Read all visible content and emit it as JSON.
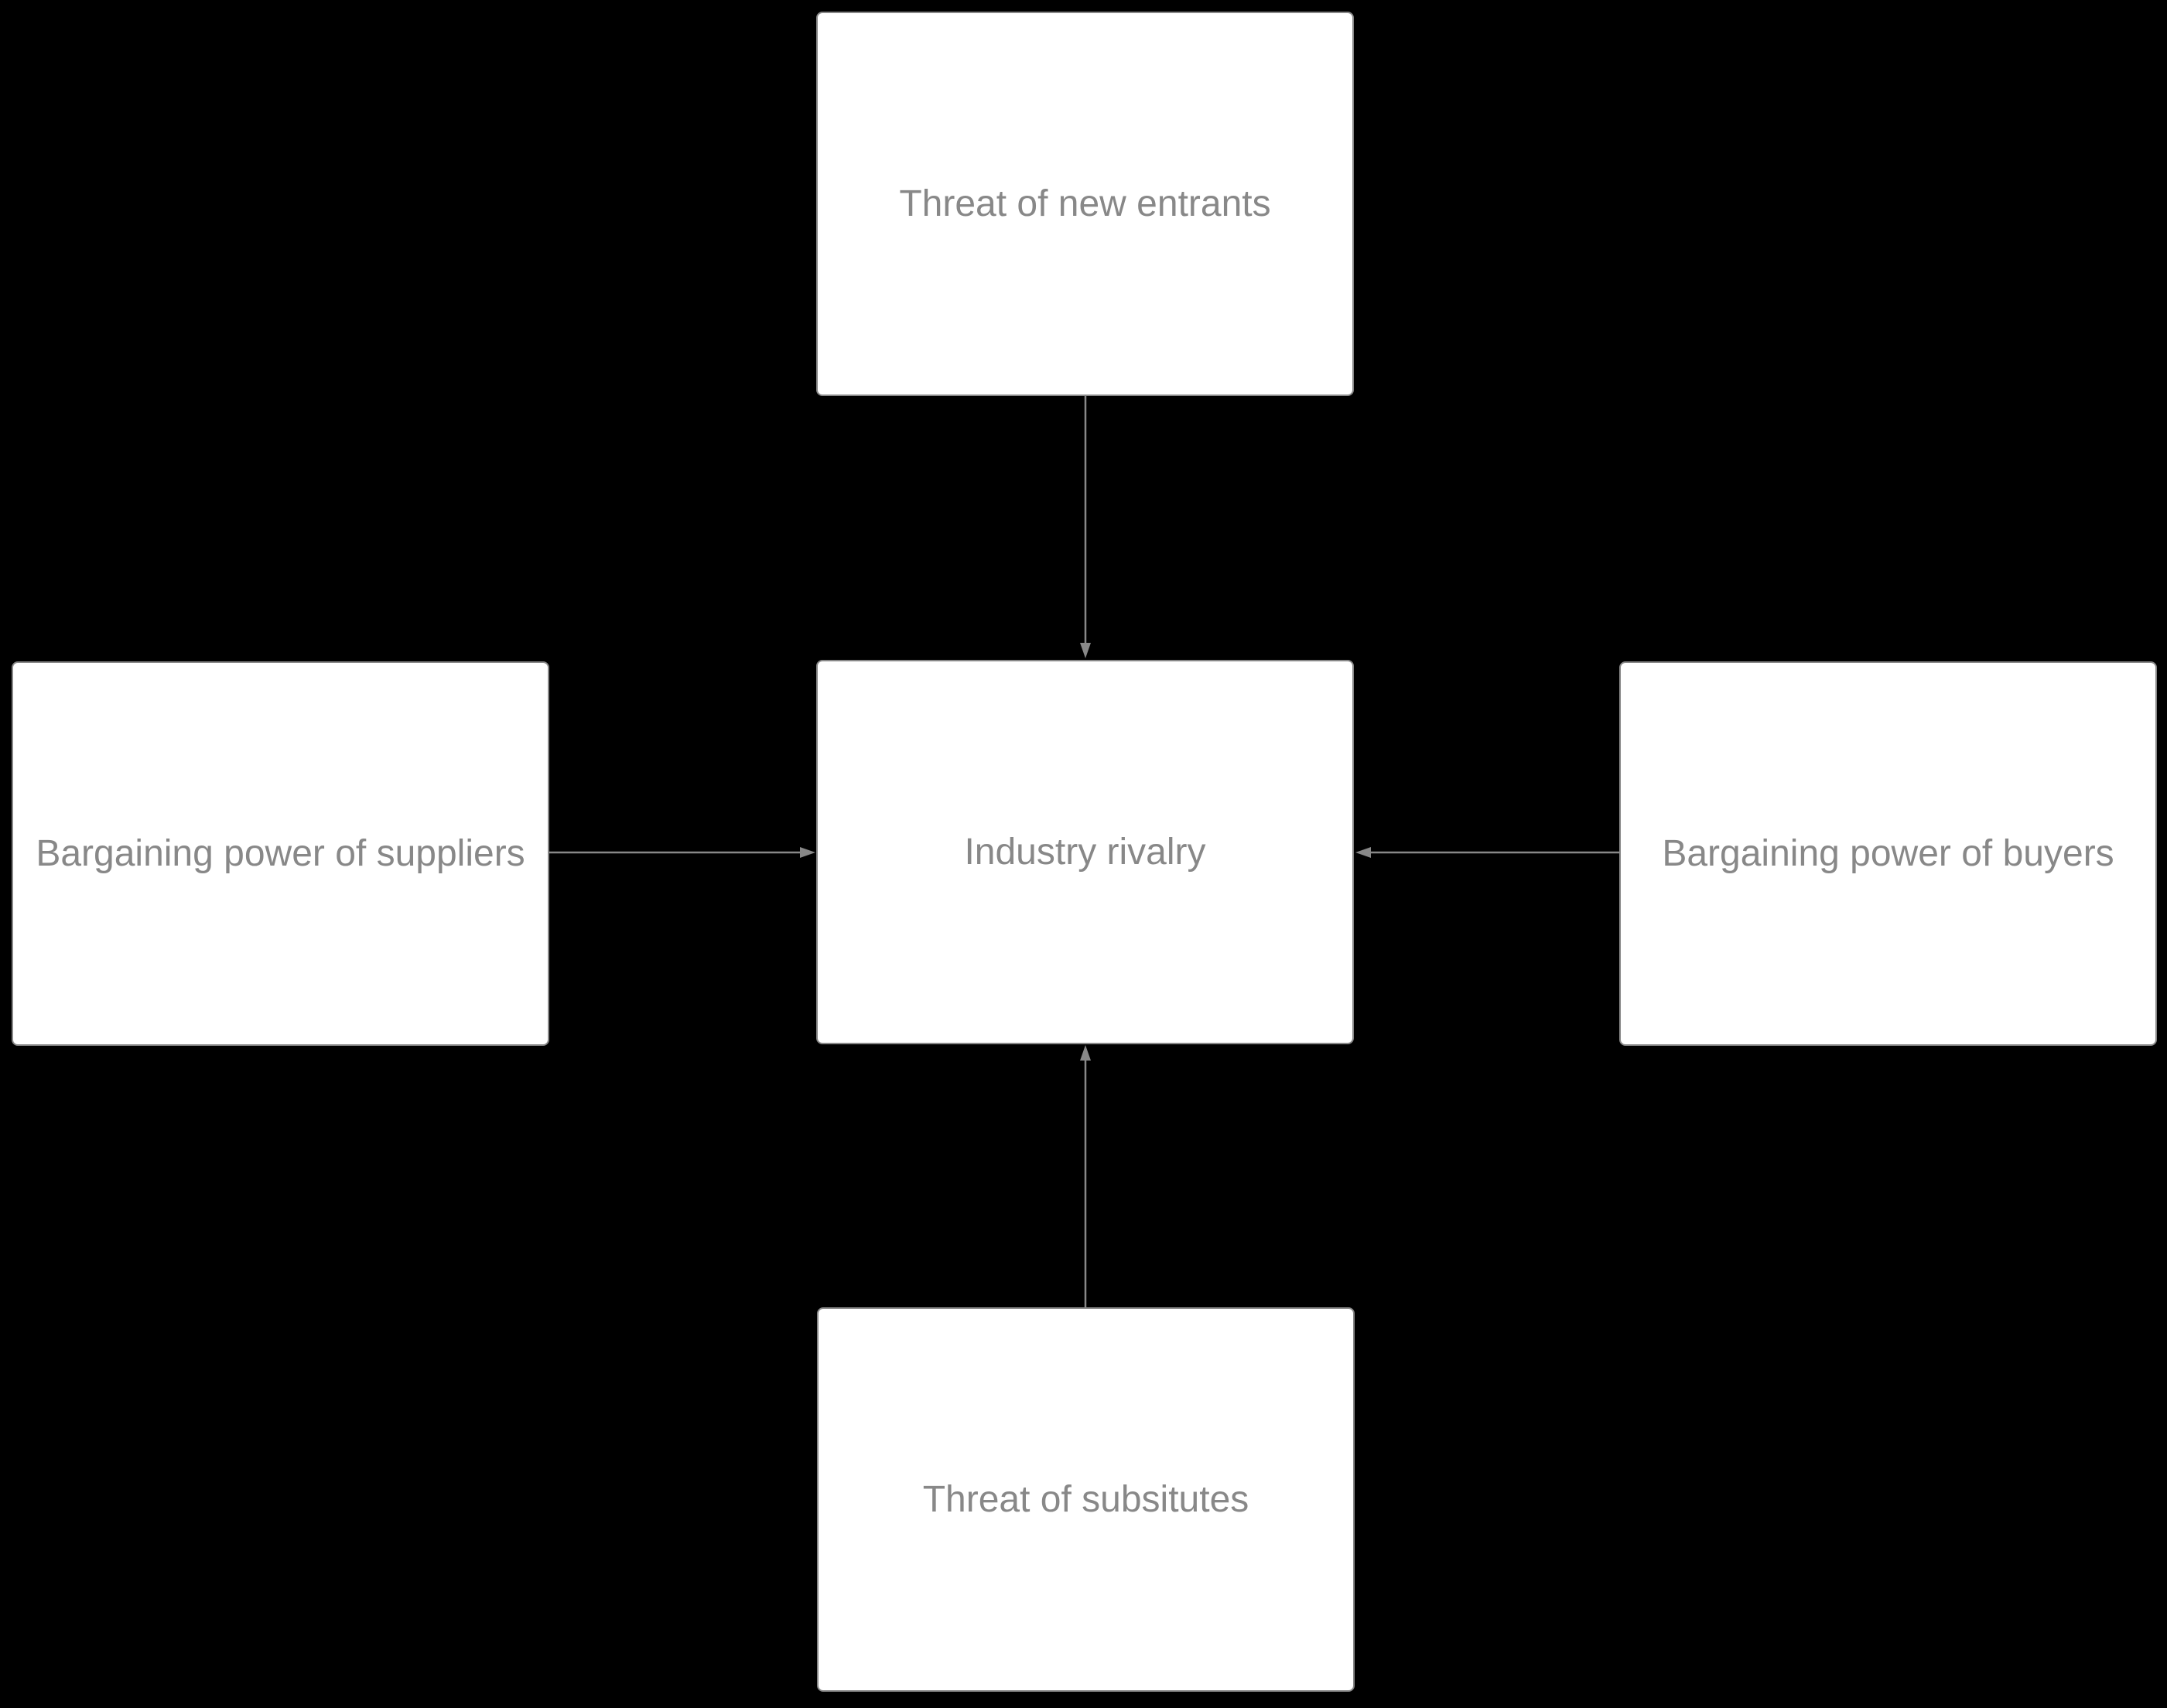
{
  "diagram": {
    "background_color": "#000000",
    "node_fill_color": "#ffffff",
    "node_border_color": "#888888",
    "text_color": "#888888",
    "arrow_color": "#888888",
    "nodes": {
      "new_entrants": {
        "label": "Threat of new entrants"
      },
      "suppliers": {
        "label": "Bargaining power of suppliers"
      },
      "rivalry": {
        "label": "Industry rivalry"
      },
      "buyers": {
        "label": "Bargaining power of buyers"
      },
      "substitutes": {
        "label": "Threat of subsitutes"
      }
    },
    "edges": [
      {
        "from": "new_entrants",
        "to": "rivalry",
        "direction": "down"
      },
      {
        "from": "suppliers",
        "to": "rivalry",
        "direction": "right"
      },
      {
        "from": "buyers",
        "to": "rivalry",
        "direction": "left"
      },
      {
        "from": "substitutes",
        "to": "rivalry",
        "direction": "up"
      }
    ]
  }
}
